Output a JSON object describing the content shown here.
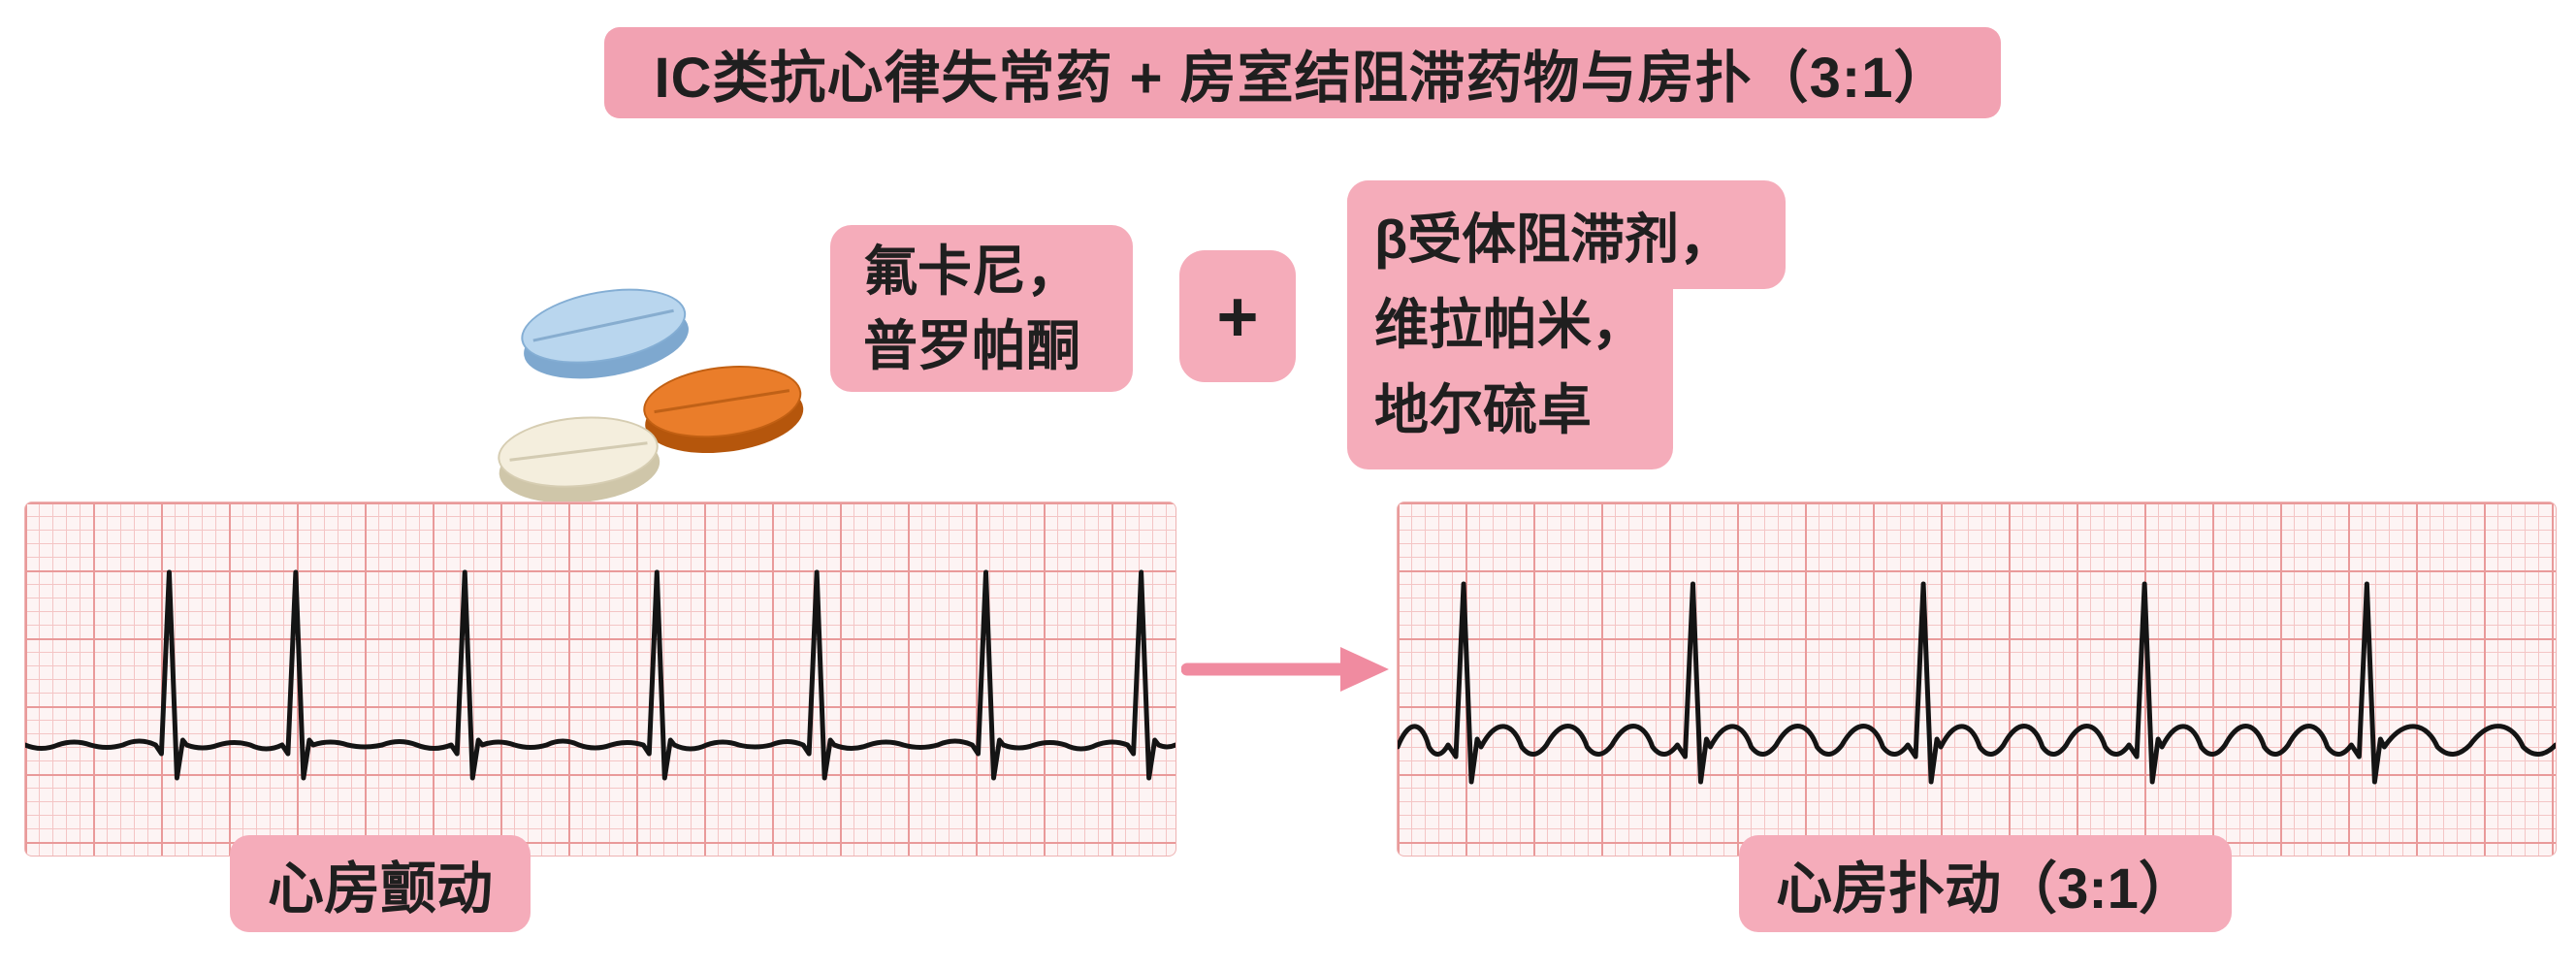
{
  "title": {
    "text": "IC类抗心律失常药 + 房室结阻滞药物与房扑（3:1）"
  },
  "drugs_left": {
    "lines": [
      "氟卡尼，",
      "普罗帕酮"
    ]
  },
  "plus_sign": "+",
  "drugs_right": {
    "lines": [
      "β受体阻滞剂，",
      "维拉帕米，",
      "地尔硫卓"
    ]
  },
  "pills": [
    {
      "name": "blue-pill",
      "face_color": "#b9d6ee"
    },
    {
      "name": "orange-pill",
      "face_color": "#ea7d2a"
    },
    {
      "name": "cream-pill",
      "face_color": "#f4eedd"
    }
  ],
  "ecg_left": {
    "label": "心房颤动",
    "rhythm": "atrial fibrillation",
    "beats_x_fraction": [
      0.126,
      0.236,
      0.383,
      0.55,
      0.689,
      0.836,
      0.971
    ]
  },
  "ecg_right": {
    "label": "心房扑动（3:1）",
    "rhythm": "atrial flutter 3:1",
    "beats_x_fraction": [
      0.057,
      0.255,
      0.454,
      0.645,
      0.837
    ],
    "flutter_waves_per_qrs": 3
  },
  "colors": {
    "pink_banner": "#f2a2b2",
    "pink_box": "#f5acba",
    "grid_bg": "#fdf4f4",
    "grid_minor": "#f4c5c5",
    "grid_major": "#e99a9a",
    "trace": "#141414",
    "arrow": "#f08ba0"
  }
}
